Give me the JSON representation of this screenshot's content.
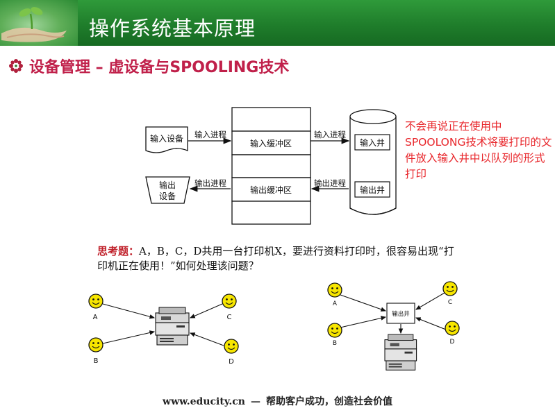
{
  "header": {
    "title": "操作系统基本原理"
  },
  "subtitle": {
    "text": "设备管理 – 虚设备与SPOOLING技术"
  },
  "diagram": {
    "input_device": "输入设备",
    "output_device_line1": "输出",
    "output_device_line2": "设备",
    "input_process": "输入进程",
    "output_process": "输出进程",
    "input_buffer": "输入缓冲区",
    "output_buffer": "输出缓冲区",
    "input_well": "输入井",
    "output_well": "输出井"
  },
  "note": {
    "text": "不会再说正在使用中SPOOLONG技术将要打印的文件放入输入井中以队列的形式打印"
  },
  "question": {
    "label": "思考题：",
    "text": "A，B，C，D共用一台打印机X，要进行资料打印时，很容易出现“打印机正在使用！”如何处理该问题？"
  },
  "figure_left": {
    "labels": [
      "A",
      "B",
      "C",
      "D"
    ]
  },
  "figure_right": {
    "labels": [
      "A",
      "B",
      "C",
      "D"
    ],
    "well_label": "输出井"
  },
  "footer": {
    "site": "www.educity.cn",
    "dash": "—",
    "slogan": "帮助客户成功，创造社会价值"
  }
}
